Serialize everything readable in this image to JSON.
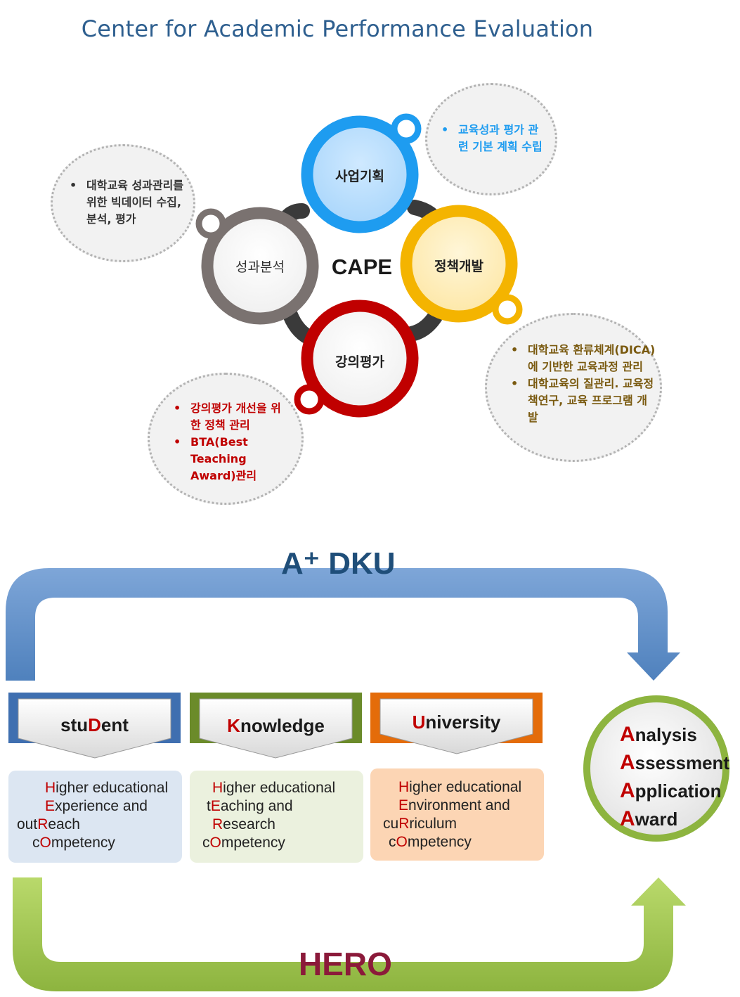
{
  "title": "Center for Academic Performance Evaluation",
  "cape": {
    "center_label": "CAPE",
    "nodes": {
      "top": "사업기획",
      "right": "정책개발",
      "bottom": "강의평가",
      "left": "성과분석"
    },
    "bubbles": {
      "top_right": [
        "교육성과 평가 관련 기본 계획 수립"
      ],
      "top_left": [
        "대학교육 성과관리를 위한 빅데이터 수집, 분석, 평가"
      ],
      "bottom_right": [
        "대학교육 환류체계(DICA)에 기반한 교육과정 관리",
        "대학교육의 질관리. 교육정책연구, 교육 프로그램 개발"
      ],
      "bottom_left": [
        "강의평가 개선을 위한 정책 관리",
        "BTA(Best Teaching Award)관리"
      ]
    },
    "colors": {
      "top": "#1e9cf0",
      "right": "#f4b400",
      "bottom": "#c00000",
      "left": "#7a7270"
    }
  },
  "aplus": {
    "top_label": "A⁺ DKU",
    "bottom_label": "HERO",
    "pillars": [
      {
        "header_pre": "stu",
        "header_cap": "D",
        "header_post": "ent",
        "lines": [
          {
            "pre": "",
            "cap": "H",
            "post": "igher educational"
          },
          {
            "pre": "",
            "cap": "E",
            "post": "xperience  and"
          },
          {
            "pre": "out",
            "cap": "R",
            "post": "each"
          },
          {
            "pre": "c",
            "cap": "O",
            "post": "mpetency"
          }
        ]
      },
      {
        "header_pre": "",
        "header_cap": "K",
        "header_post": "nowledge",
        "lines": [
          {
            "pre": "",
            "cap": "H",
            "post": "igher educational"
          },
          {
            "pre": "t",
            "cap": "E",
            "post": "aching  and"
          },
          {
            "pre": "",
            "cap": "R",
            "post": "esearch"
          },
          {
            "pre": "c",
            "cap": "O",
            "post": "mpetency"
          }
        ]
      },
      {
        "header_pre": "",
        "header_cap": "U",
        "header_post": "niversity",
        "lines": [
          {
            "pre": "",
            "cap": "H",
            "post": "igher educational"
          },
          {
            "pre": "",
            "cap": "E",
            "post": "nvironment  and"
          },
          {
            "pre": "cu",
            "cap": "R",
            "post": "riculum"
          },
          {
            "pre": "c",
            "cap": "O",
            "post": "mpetency"
          }
        ]
      }
    ],
    "award": [
      {
        "cap": "A",
        "post": "nalysis"
      },
      {
        "cap": "A",
        "post": "ssessment"
      },
      {
        "cap": "A",
        "post": "pplication"
      },
      {
        "cap": "A",
        "post": "ward"
      }
    ]
  }
}
